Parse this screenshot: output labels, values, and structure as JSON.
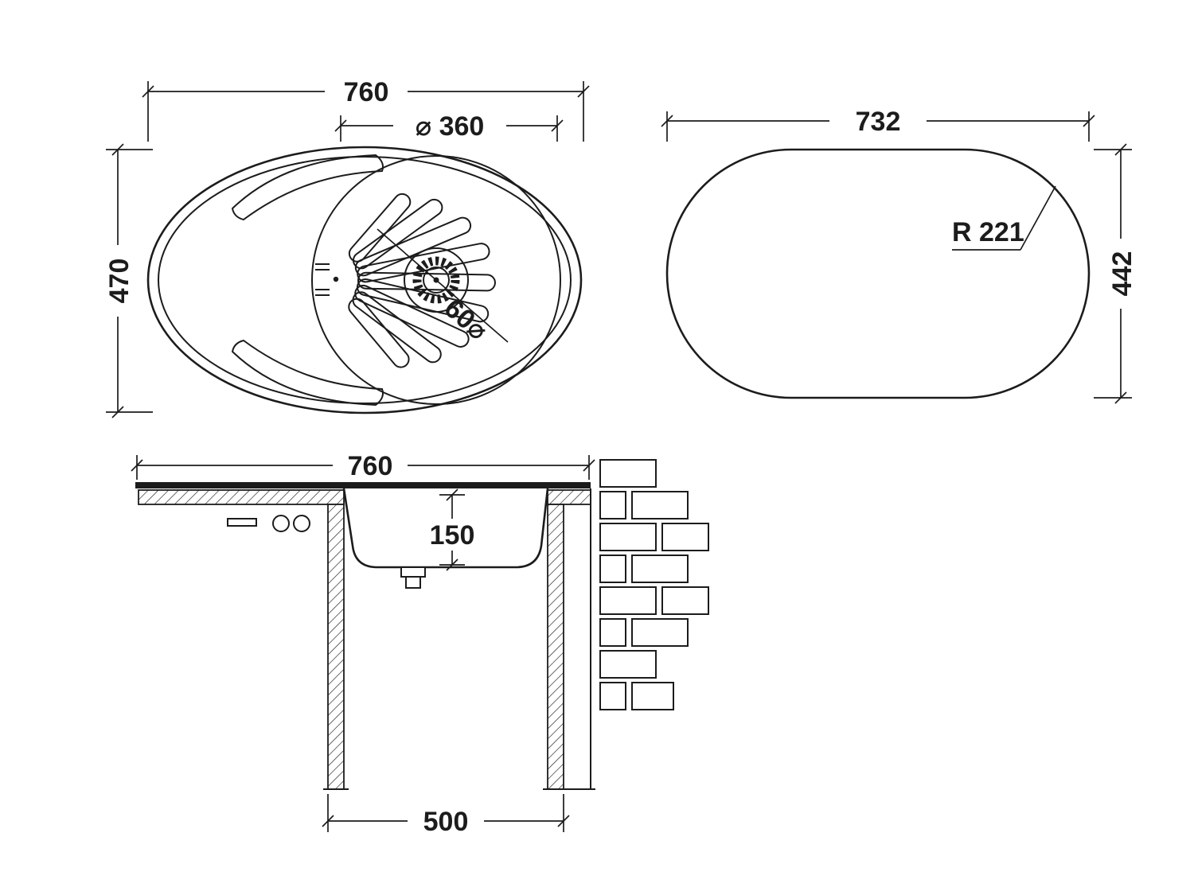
{
  "drawing": {
    "top_view": {
      "width": "760",
      "bowl_diameter": "⌀ 360",
      "height": "470",
      "drain_diameter": "60⌀"
    },
    "outline_view": {
      "width": "732",
      "corner_radius": "R 221",
      "height": "442"
    },
    "section_view": {
      "width": "760",
      "bowl_depth": "150",
      "bowl_width": "500"
    }
  }
}
